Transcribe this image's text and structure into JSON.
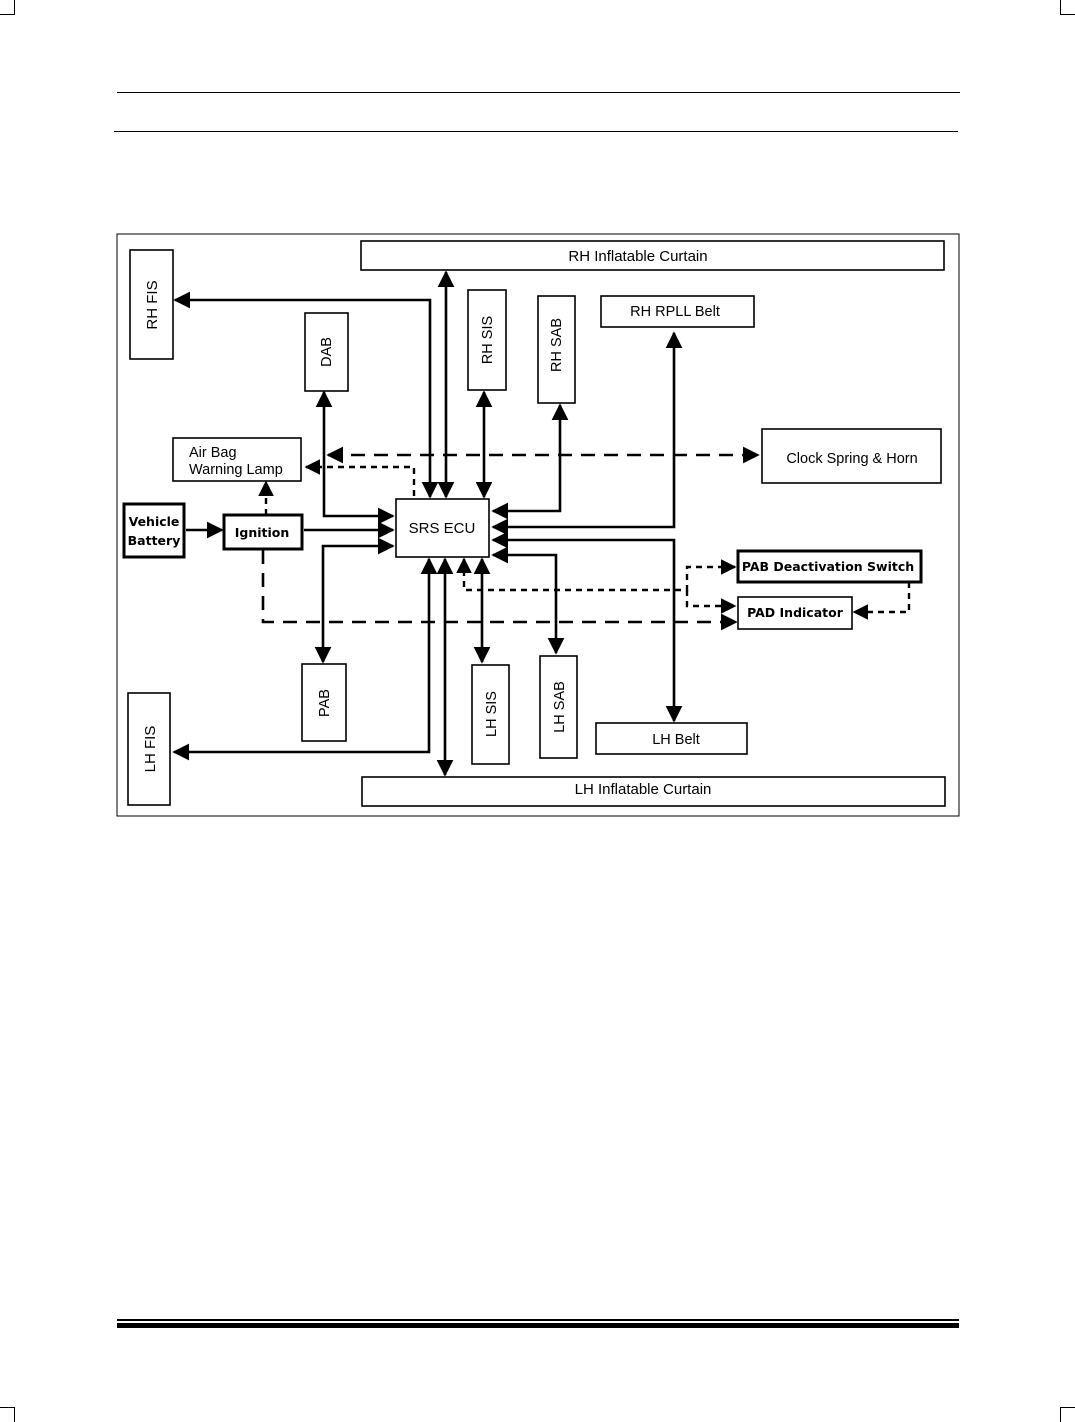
{
  "diagram": {
    "nodes": {
      "rh_curtain": "RH Inflatable Curtain",
      "lh_curtain": "LH Inflatable Curtain",
      "rh_fis": "RH FIS",
      "lh_fis": "LH FIS",
      "dab": "DAB",
      "pab": "PAB",
      "rh_sis": "RH SIS",
      "rh_sab": "RH SAB",
      "lh_sis": "LH SIS",
      "lh_sab": "LH SAB",
      "rh_rpll_belt": "RH RPLL Belt",
      "lh_belt": "LH Belt",
      "airbag_lamp_line1": "Air Bag",
      "airbag_lamp_line2": "Warning Lamp",
      "clock_spring": "Clock Spring & Horn",
      "vehicle_battery_line1": "Vehicle",
      "vehicle_battery_line2": "Battery",
      "ignition": "Ignition",
      "srs_ecu": "SRS ECU",
      "pab_switch": "PAB Deactivation Switch",
      "pad_indicator": "PAD Indicator"
    }
  }
}
